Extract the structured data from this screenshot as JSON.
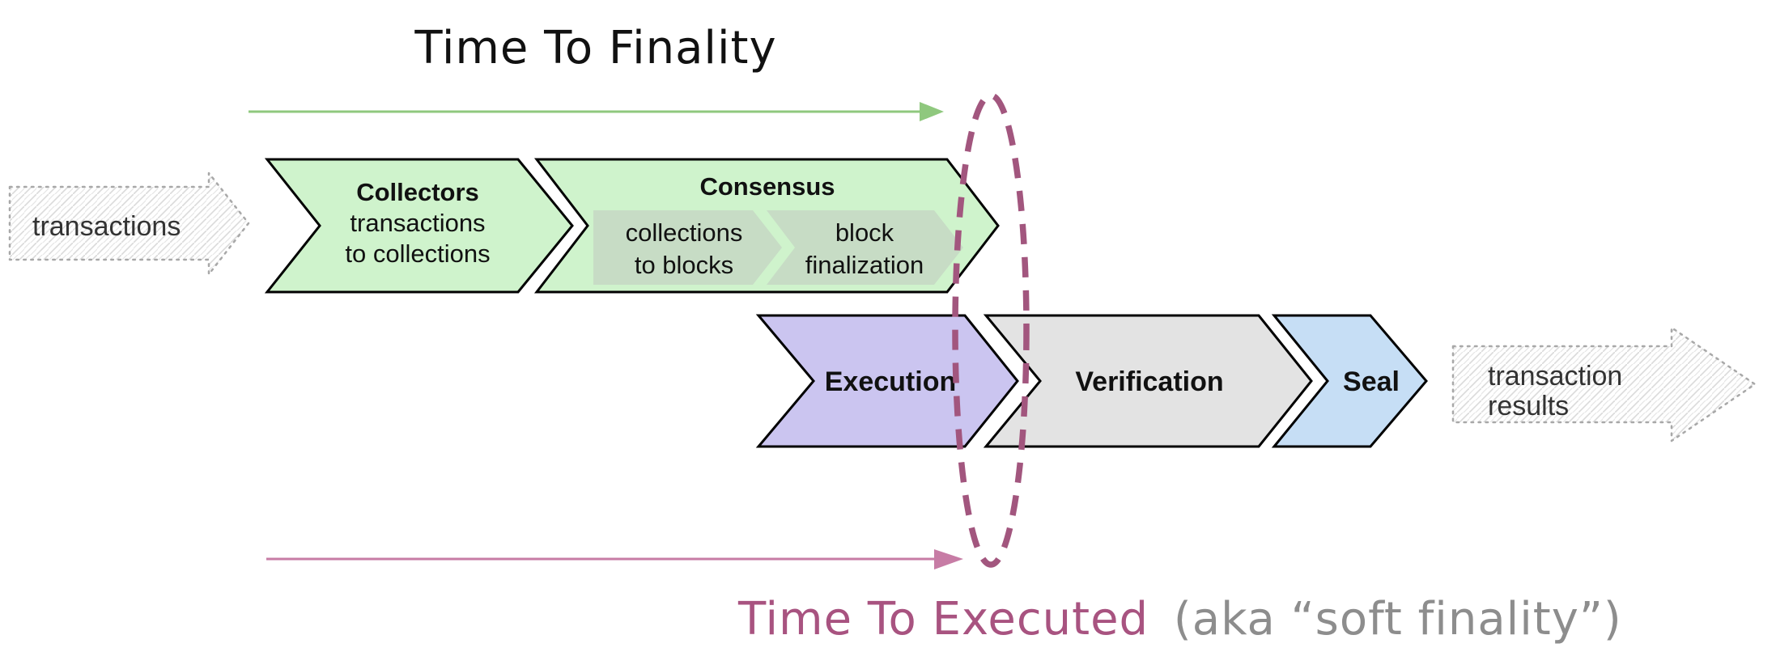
{
  "timelines": {
    "finality": {
      "label": "Time To Finality"
    },
    "executed": {
      "label": "Time To Executed",
      "annotation": "(aka “soft finality”)"
    }
  },
  "input_arrow": {
    "label": "transactions"
  },
  "output_arrow": {
    "line1": "transaction",
    "line2": "results"
  },
  "stages": {
    "collectors": {
      "title": "Collectors",
      "line1": "transactions",
      "line2": "to collections"
    },
    "consensus": {
      "title": "Consensus",
      "sub1": {
        "line1": "collections",
        "line2": "to blocks"
      },
      "sub2": {
        "line1": "block",
        "line2": "finalization"
      }
    },
    "execution": {
      "title": "Execution"
    },
    "verification": {
      "title": "Verification"
    },
    "seal": {
      "title": "Seal"
    }
  },
  "colors": {
    "accent_green": "#68a95f",
    "arrow_green": "#8fc87e",
    "stage_green": "#cff3cc",
    "stage_sub_green": "#c7dcc5",
    "stage_purple": "#cbc5f0",
    "stage_gray": "#e3e3e3",
    "stage_blue": "#c6def5",
    "accent_pink_dark": "#a85380",
    "ellipse_pink": "#a2567e",
    "arrow_pink": "#c77ca5",
    "annotation_gray": "#8d8d8d"
  }
}
